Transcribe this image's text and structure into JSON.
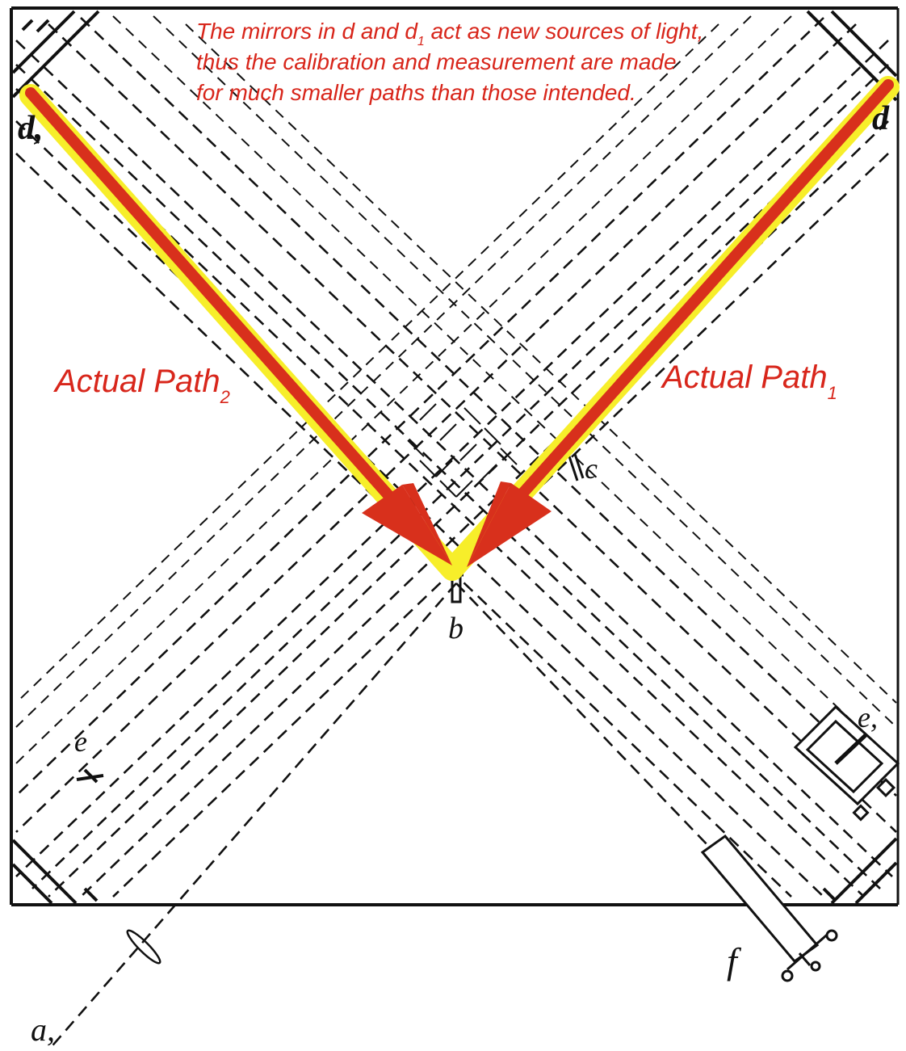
{
  "annotation": {
    "line1_pre": "The mirrors in d and d",
    "line1_sub": "1",
    "line1_post": " act as new sources of light,",
    "line2": "thus the calibration and measurement are made",
    "line3": "for much smaller paths than those intended."
  },
  "path_labels": {
    "left": {
      "text": "Actual Path",
      "sub": "2"
    },
    "right": {
      "text": "Actual Path",
      "sub": "1"
    }
  },
  "point_labels": {
    "d1": "d,",
    "d": "d",
    "c": "c",
    "b": "b",
    "e": "e",
    "e1": "e,",
    "f": "f",
    "a": "a,"
  },
  "colors": {
    "arrow": "#d8301c",
    "highlight": "#f7ee2a",
    "annotation_text": "#d8261b",
    "lines": "#111111"
  }
}
